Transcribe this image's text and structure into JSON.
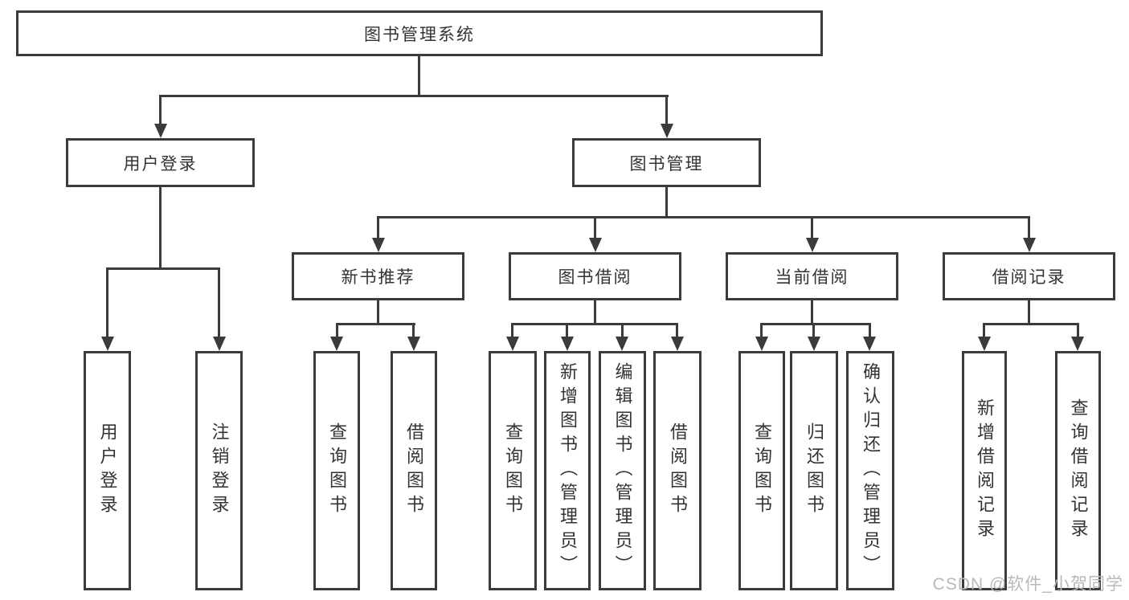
{
  "diagram": {
    "root": {
      "label": "图书管理系统"
    },
    "branches": [
      {
        "label": "用户登录",
        "leaves": [
          {
            "label": "用户登录"
          },
          {
            "label": "注销登录"
          }
        ]
      },
      {
        "label": "图书管理",
        "groups": [
          {
            "label": "新书推荐",
            "leaves": [
              {
                "label": "查询图书"
              },
              {
                "label": "借阅图书"
              }
            ]
          },
          {
            "label": "图书借阅",
            "leaves": [
              {
                "label": "查询图书"
              },
              {
                "label": "新增图书（管理员）"
              },
              {
                "label": "编辑图书（管理员）"
              },
              {
                "label": "借阅图书"
              }
            ]
          },
          {
            "label": "当前借阅",
            "leaves": [
              {
                "label": "查询图书"
              },
              {
                "label": "归还图书"
              },
              {
                "label": "确认归还（管理员）"
              }
            ]
          },
          {
            "label": "借阅记录",
            "leaves": [
              {
                "label": "新增借阅记录"
              },
              {
                "label": "查询借阅记录"
              }
            ]
          }
        ]
      }
    ]
  },
  "watermark": {
    "text": "CSDN @软件_小贺同学"
  },
  "colors": {
    "line": "#3b3b3b",
    "text": "#333333",
    "background": "#ffffff",
    "box_fill": "#ffffff",
    "watermark": "#b9b9b9"
  }
}
